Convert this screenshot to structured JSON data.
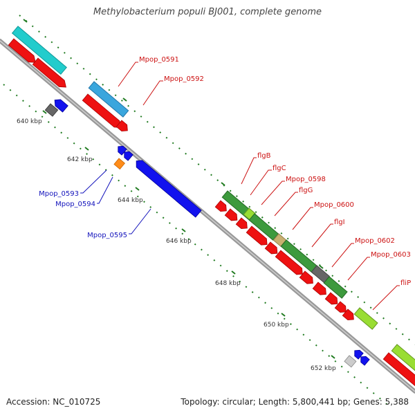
{
  "title": "Methylobacterium populi BJ001, complete genome",
  "footer": {
    "accession": "Accession: NC_010725",
    "summary": "Topology: circular; Length: 5,800,441 bp; Genes: 5,388"
  },
  "colors": {
    "backbone": "#999999",
    "tick": "#1f7a1f",
    "cds_forward": "#ee1111",
    "cds_reverse": "#1212ee",
    "label_forward": "#cc1111",
    "label_reverse": "#1111bb"
  },
  "kbp_ticks": [
    "640 kbp",
    "642 kbp",
    "644 kbp",
    "646 kbp",
    "648 kbp",
    "650 kbp",
    "652 kbp"
  ],
  "gene_labels_forward": [
    "Mpop_0591",
    "Mpop_0592",
    "flgB",
    "flgC",
    "Mpop_0598",
    "flgG",
    "Mpop_0600",
    "flgI",
    "Mpop_0602",
    "Mpop_0603",
    "fliP"
  ],
  "gene_labels_reverse": [
    "Mpop_0593",
    "Mpop_0594",
    "Mpop_0595"
  ]
}
